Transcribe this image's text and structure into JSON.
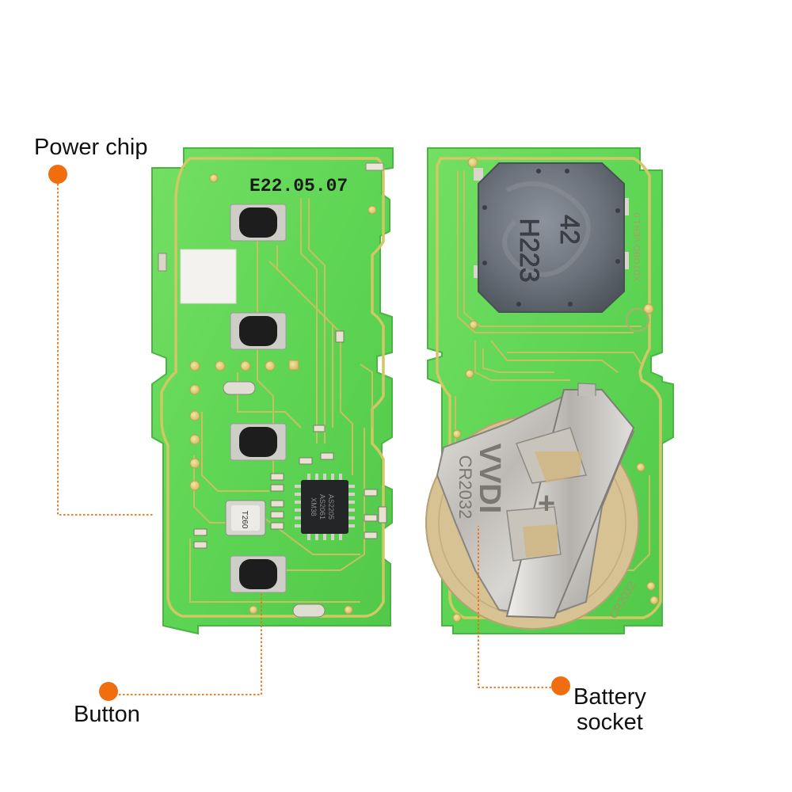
{
  "labels": {
    "power_chip": "Power chip",
    "button": "Button",
    "battery_line1": "Battery",
    "battery_line2": "socket"
  },
  "board_markings": {
    "date_code": "E22.05.07",
    "chip_top": "XM38",
    "chip_mid": "AS2061",
    "chip_bot": "AS2205",
    "crystal": "T260",
    "socket_brand": "VVDI",
    "socket_type": "CR2032",
    "socket_plus": "+",
    "board_cr": "CR2032",
    "module_code_1": "42",
    "module_code_2": "H223",
    "side_text": "XDTOBO VER1.0"
  },
  "colors": {
    "pcb_green": "#5fd657",
    "pcb_light": "#8fe27e",
    "trace": "#c9c35e",
    "callout": "#f06e0f",
    "metal": "#c6c3bf",
    "module": "#6e7580",
    "button_body": "#1c1c1c",
    "label_text": "#111111"
  }
}
